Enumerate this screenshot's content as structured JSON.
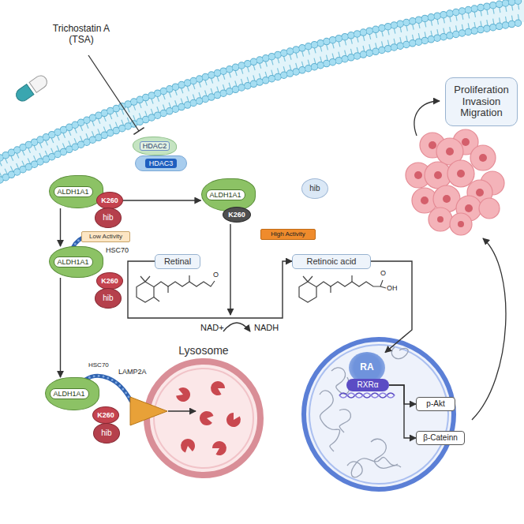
{
  "diagram": {
    "nodes": [
      {
        "text": [
          "HDAC2"
        ]
      },
      {
        "text": [
          "HDAC3"
        ]
      },
      {
        "text": [
          "ALDH1A1"
        ]
      },
      {
        "text": [
          "K260"
        ]
      },
      {
        "text": [
          "hib"
        ]
      },
      {
        "text": [
          "Low Activity"
        ]
      },
      {
        "text": [
          "ALDH1A1"
        ]
      },
      {
        "text": [
          "K260"
        ]
      },
      {
        "text": [
          "hib"
        ]
      },
      {
        "text": [
          "High Activity"
        ]
      },
      {
        "text": [
          "ALDH1A1"
        ]
      },
      {
        "text": [
          "K260"
        ]
      },
      {
        "text": [
          "hib"
        ]
      },
      {
        "text": [
          "Retinal"
        ]
      },
      {
        "text": [
          "Retinoic acid"
        ]
      },
      {
        "text": [
          "Proliferation Invasion Migration"
        ]
      },
      {
        "text": [
          "ALDH1A1"
        ]
      },
      {
        "text": [
          "K260"
        ]
      },
      {
        "text": [
          "hib"
        ]
      },
      {
        "text": [
          "Lysosome"
        ]
      },
      {
        "text": [
          "RA"
        ]
      },
      {
        "text": [
          "RXRα"
        ]
      },
      {
        "text": [
          "p-Akt"
        ]
      },
      {
        "text": [
          "β-Cateinn"
        ]
      }
    ],
    "edges": [
      {
        "from": 3,
        "to": 6,
        "arrow": "to"
      },
      {
        "from": 2,
        "to": 10,
        "arrow": "to"
      },
      {
        "from": 10,
        "to": 16,
        "arrow": "to"
      },
      {
        "from": 13,
        "to": 14,
        "arrow": "to"
      },
      {
        "from": 14,
        "to": 20,
        "arrow": "to"
      },
      {
        "from": 21,
        "to": 22,
        "arrow": "to"
      },
      {
        "from": 21,
        "to": 23,
        "arrow": "to"
      }
    ],
    "labels": [
      "Trichostatin A (TSA)",
      "HSC70",
      "HSC70",
      "LAMP2A",
      "NAD+",
      "NADH",
      "O",
      "O",
      "OH"
    ]
  }
}
